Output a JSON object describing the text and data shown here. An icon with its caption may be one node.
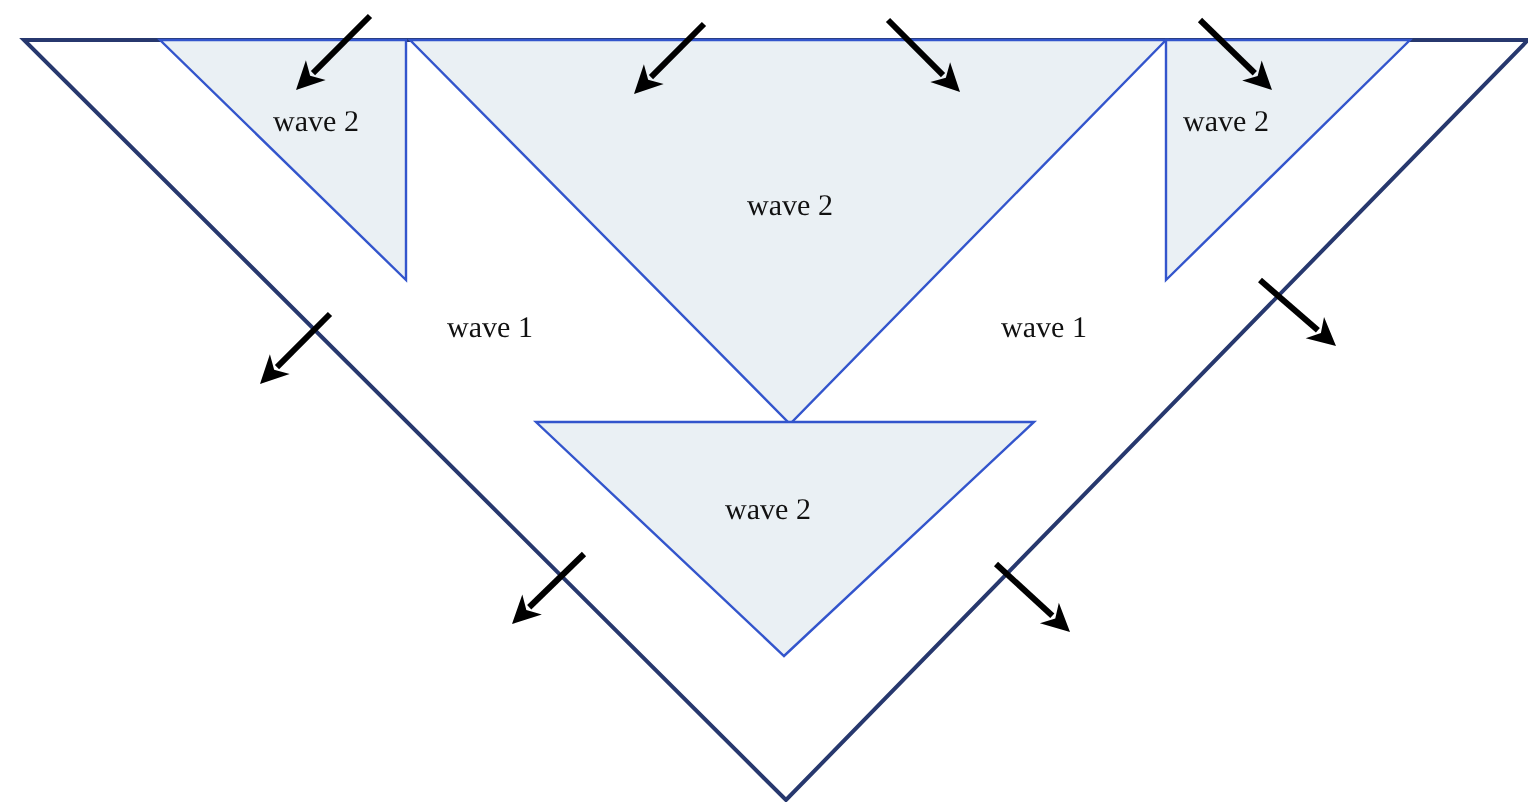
{
  "diagram": {
    "nodes": [
      {
        "text": [
          "wave 1",
          "wave 1"
        ]
      },
      {
        "text": [
          "wave 2"
        ],
        "in": 0
      },
      {
        "text": [
          "wave 2"
        ],
        "in": 0
      },
      {
        "text": [
          "wave 2"
        ],
        "in": 0
      },
      {
        "text": [
          "wave 2"
        ],
        "in": 0
      }
    ]
  }
}
